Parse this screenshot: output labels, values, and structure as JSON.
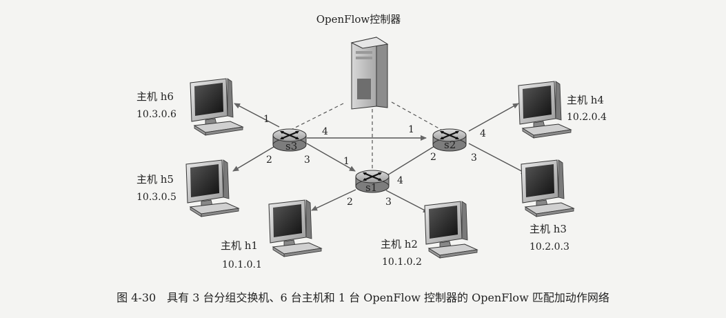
{
  "controller": {
    "label": "OpenFlow控制器"
  },
  "switches": [
    {
      "id": "s1",
      "label": "s1"
    },
    {
      "id": "s2",
      "label": "s2"
    },
    {
      "id": "s3",
      "label": "s3"
    }
  ],
  "hosts": [
    {
      "id": "h1",
      "name": "主机 h1",
      "ip": "10.1.0.1"
    },
    {
      "id": "h2",
      "name": "主机 h2",
      "ip": "10.1.0.2"
    },
    {
      "id": "h3",
      "name": "主机 h3",
      "ip": "10.2.0.3"
    },
    {
      "id": "h4",
      "name": "主机 h4",
      "ip": "10.2.0.4"
    },
    {
      "id": "h5",
      "name": "主机 h5",
      "ip": "10.3.0.5"
    },
    {
      "id": "h6",
      "name": "主机 h6",
      "ip": "10.3.0.6"
    }
  ],
  "ports": {
    "s3_h6": "1",
    "s3_h5": "2",
    "s3_s1": "3",
    "s3_s2": "4",
    "s2_s3": "1",
    "s2_s1": "2",
    "s2_h3": "3",
    "s2_h4": "4",
    "s1_s3": "1",
    "s1_h1": "2",
    "s1_h2": "3",
    "s1_s2": "4"
  },
  "caption": "图 4-30　具有 3 台分组交换机、6 台主机和 1 台 OpenFlow 控制器的 OpenFlow 匹配加动作网络"
}
